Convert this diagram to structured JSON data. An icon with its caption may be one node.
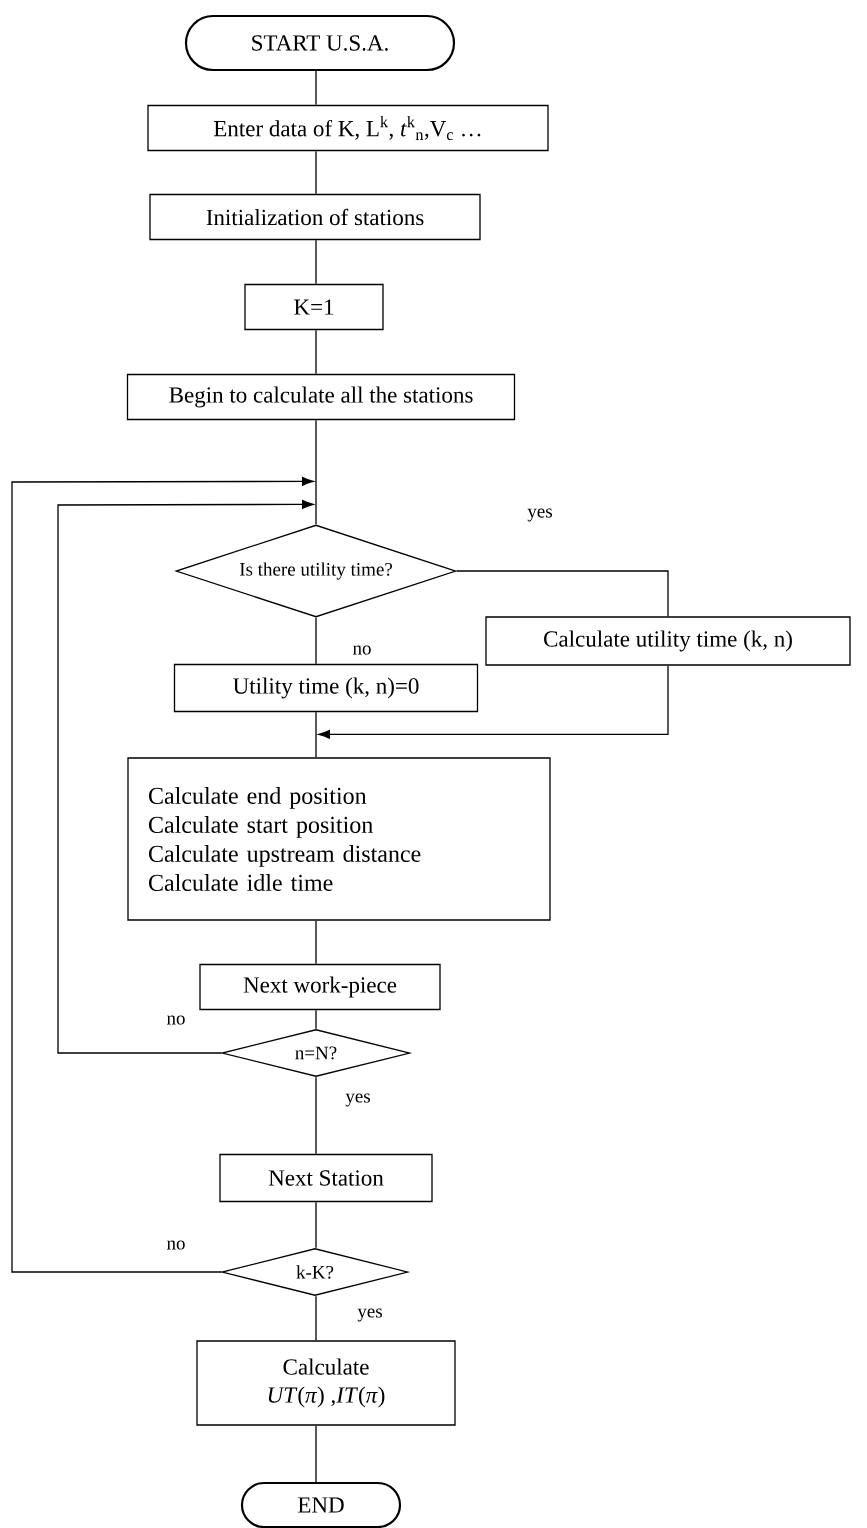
{
  "diagram": {
    "nodes": [
      {
        "text": [
          "START U.S.A."
        ]
      },
      {
        "text": [
          "Enter data of K, L$^{k}$, *t*$^{k}$$_{n}$,V$_{c}$ …"
        ]
      },
      {
        "text": [
          "Initialization of stations"
        ]
      },
      {
        "text": [
          "K=1"
        ]
      },
      {
        "text": [
          "Begin to calculate all the stations"
        ]
      },
      {
        "text": [
          "Is there utility time?"
        ]
      },
      {
        "text": [
          "Calculate utility time (k, n)"
        ]
      },
      {
        "text": [
          "Utility time (k, n)=0"
        ]
      },
      {
        "text": [
          "Calculate end position",
          "Calculate start position",
          "Calculate upstream distance",
          "Calculate idle time"
        ]
      },
      {
        "text": [
          "Next work-piece"
        ]
      },
      {
        "text": [
          "n=N?"
        ]
      },
      {
        "text": [
          "Next Station"
        ]
      },
      {
        "text": [
          "k-K?"
        ]
      },
      {
        "text": [
          "Calculate",
          "*UT*(*π*) ,*IT*(*π*)"
        ]
      },
      {
        "text": [
          "END"
        ]
      }
    ],
    "edges": [
      {
        "from": 0,
        "to": 1,
        "arrow": "none"
      },
      {
        "from": 1,
        "to": 2,
        "arrow": "none"
      },
      {
        "from": 2,
        "to": 3,
        "arrow": "none"
      },
      {
        "from": 3,
        "to": 4,
        "arrow": "none"
      },
      {
        "from": 4,
        "to": 5,
        "arrow": "none"
      },
      {
        "from": 5,
        "to": 6,
        "arrow": "none",
        "label": "yes"
      },
      {
        "from": 5,
        "to": 7,
        "arrow": "none",
        "label": "no"
      },
      {
        "from": 7,
        "to": 8,
        "arrow": "none"
      },
      {
        "from": 6,
        "to": 8,
        "arrow": "to"
      },
      {
        "from": 8,
        "to": 9,
        "arrow": "none"
      },
      {
        "from": 9,
        "to": 10,
        "arrow": "none"
      },
      {
        "from": 10,
        "to": 11,
        "arrow": "none",
        "label": "yes"
      },
      {
        "from": 10,
        "to": 5,
        "arrow": "to",
        "label": "no"
      },
      {
        "from": 11,
        "to": 12,
        "arrow": "none"
      },
      {
        "from": 12,
        "to": 5,
        "arrow": "to",
        "label": "no"
      },
      {
        "from": 12,
        "to": 13,
        "arrow": "none",
        "label": "yes"
      },
      {
        "from": 13,
        "to": 14,
        "arrow": "none"
      }
    ]
  }
}
